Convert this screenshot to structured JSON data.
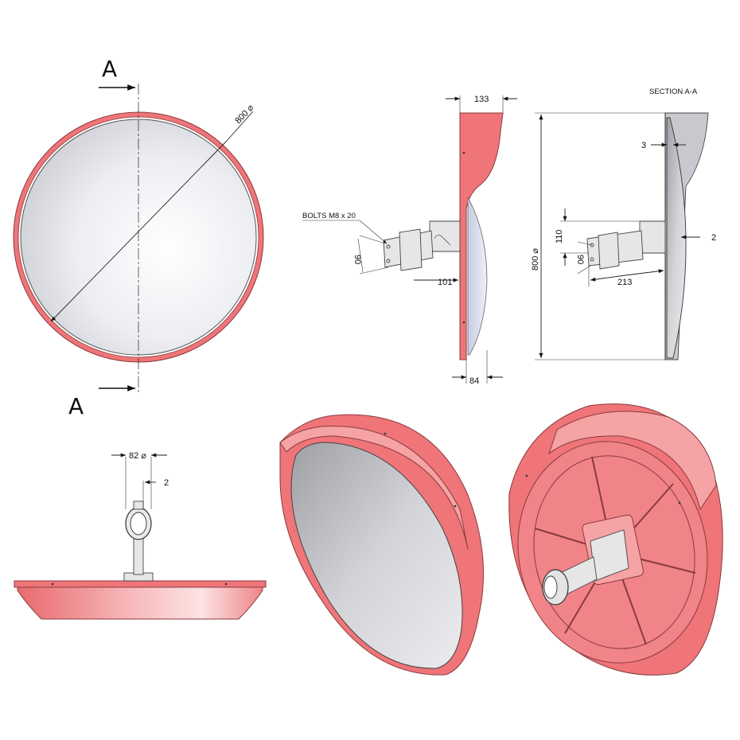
{
  "section_marks": {
    "top": "A",
    "bottom": "A"
  },
  "front_view": {
    "diameter_label": "800 ⌀"
  },
  "side_view": {
    "depth_top": "133",
    "bolts_label": "BOLTS M8 x 20",
    "dim_90": "90",
    "dim_101": "101",
    "depth_bottom": "84"
  },
  "section_view": {
    "title": "SECTION A-A",
    "dim_3": "3",
    "dim_2": "2",
    "dim_110": "110",
    "dim_90": "90",
    "dim_213": "213",
    "height_label": "800 ⌀"
  },
  "top_view": {
    "pipe_diameter": "82 ⌀",
    "dim_2": "2"
  },
  "colors": {
    "housing": "#ef7579",
    "housing_light": "#f6a3a5",
    "outline": "#8a3a3d",
    "mirror": "#d9dade"
  }
}
